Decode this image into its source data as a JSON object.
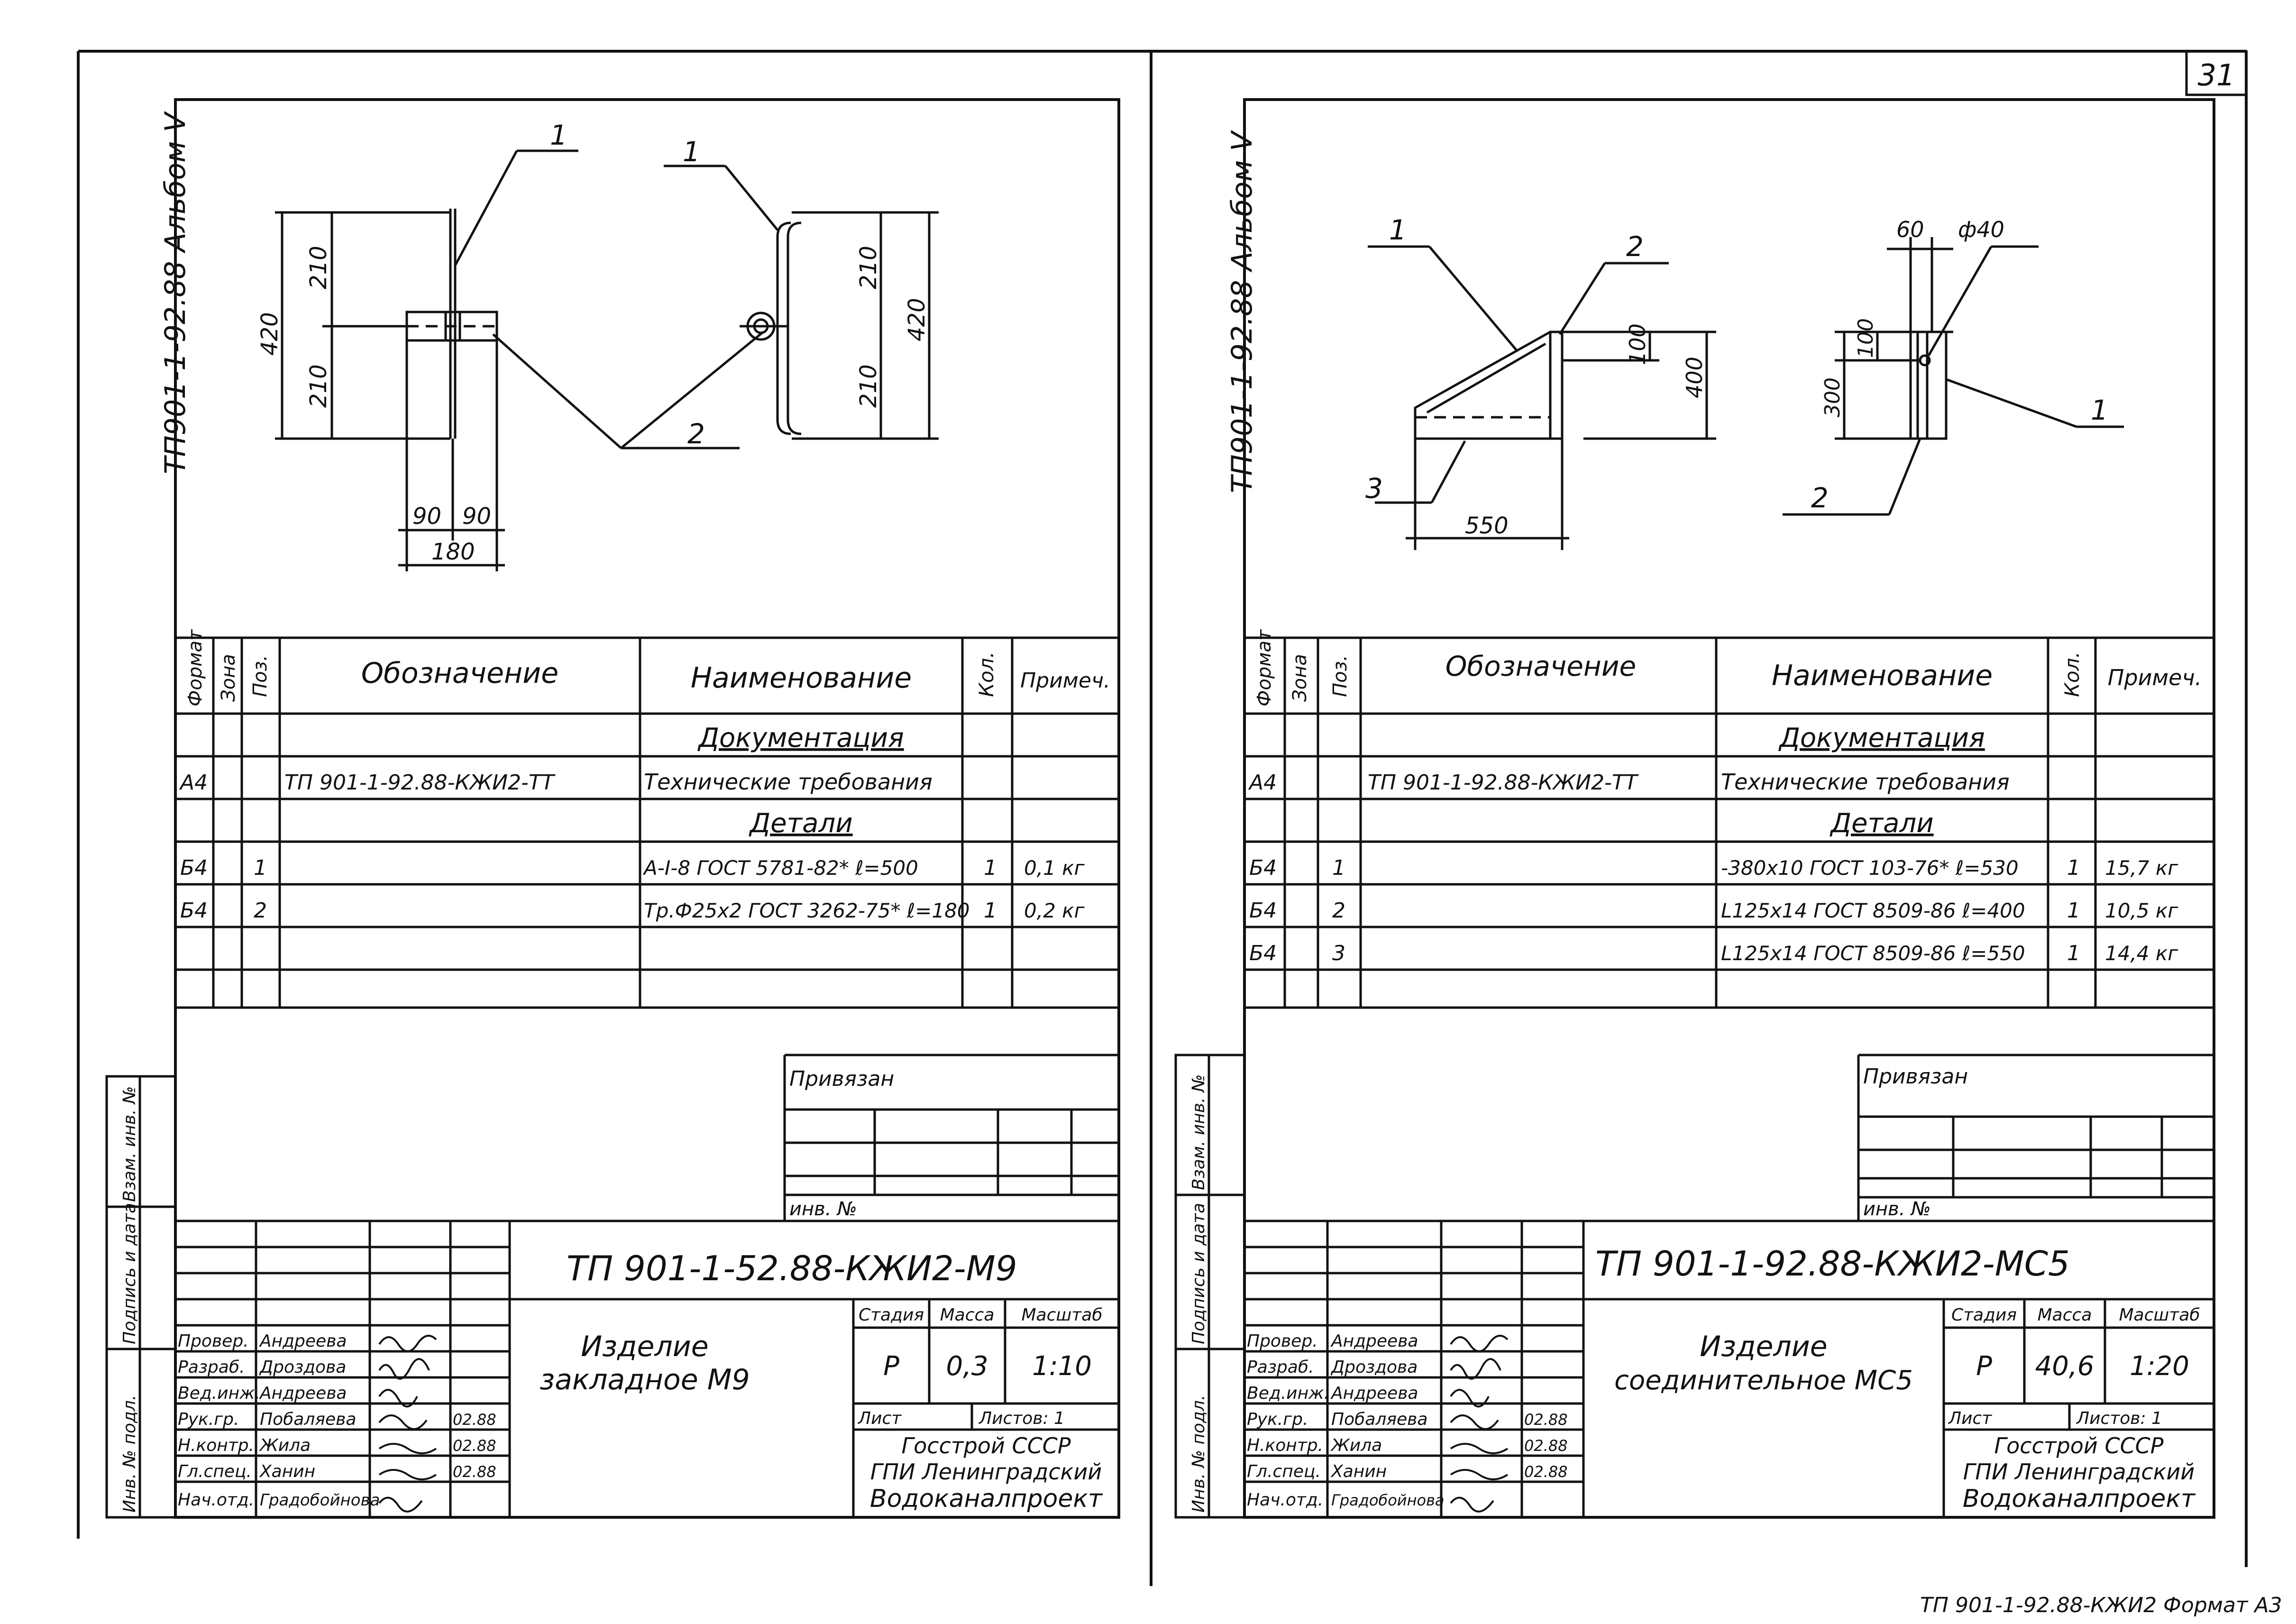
{
  "page_number": "31",
  "left": {
    "album_label": "ТП901-1-92.88 Альбом V",
    "drawing": {
      "callouts": [
        "1",
        "1",
        "2"
      ],
      "dims": [
        "420",
        "210",
        "210",
        "210",
        "210",
        "420",
        "90",
        "90",
        "180"
      ]
    },
    "spec": {
      "headers": [
        "Формат",
        "Зона",
        "Поз.",
        "Обозначение",
        "Наименование",
        "Кол.",
        "Примеч."
      ],
      "rows": [
        {
          "fmt": "",
          "zone": "",
          "pos": "",
          "desig": "",
          "name": "Документация",
          "qty": "",
          "note": ""
        },
        {
          "fmt": "А4",
          "zone": "",
          "pos": "",
          "desig": "ТП 901-1-92.88-КЖИ2-ТТ",
          "name": "Технические требования",
          "qty": "",
          "note": ""
        },
        {
          "fmt": "",
          "zone": "",
          "pos": "",
          "desig": "",
          "name": "Детали",
          "qty": "",
          "note": ""
        },
        {
          "fmt": "Б4",
          "zone": "",
          "pos": "1",
          "desig": "",
          "name": "А-I-8 ГОСТ 5781-82* ℓ=500",
          "qty": "1",
          "note": "0,1 кг"
        },
        {
          "fmt": "Б4",
          "zone": "",
          "pos": "2",
          "desig": "",
          "name": "Тр.Ф25х2 ГОСТ 3262-75* ℓ=180",
          "qty": "1",
          "note": "0,2 кг"
        },
        {
          "fmt": "",
          "zone": "",
          "pos": "",
          "desig": "",
          "name": "",
          "qty": "",
          "note": ""
        },
        {
          "fmt": "",
          "zone": "",
          "pos": "",
          "desig": "",
          "name": "",
          "qty": "",
          "note": ""
        }
      ]
    },
    "privyazan": "Привязан",
    "inv_no": "инв. №",
    "side_labels": [
      "Инв. № подл.",
      "Подпись и дата",
      "Взам. инв. №"
    ],
    "title": {
      "code": "ТП 901-1-52.88-КЖИ2-М9",
      "name_line1": "Изделие",
      "name_line2": "закладное М9",
      "stage_h": "Стадия",
      "mass_h": "Масса",
      "scale_h": "Масштаб",
      "stage": "Р",
      "mass": "0,3",
      "scale": "1:10",
      "sheet": "Лист",
      "sheets": "Листов: 1",
      "org1": "Госстрой СССР",
      "org2": "ГПИ Ленинградский",
      "org3": "Водоканалпроект",
      "people": [
        {
          "role": "Провер.",
          "name": "Андреева",
          "date": ""
        },
        {
          "role": "Разраб.",
          "name": "Дроздова",
          "date": ""
        },
        {
          "role": "Вед.инж.",
          "name": "Андреева",
          "date": ""
        },
        {
          "role": "Рук.гр.",
          "name": "Побаляева",
          "date": "02.88"
        },
        {
          "role": "Н.контр.",
          "name": "Жила",
          "date": "02.88"
        },
        {
          "role": "Гл.спец.",
          "name": "Ханин",
          "date": "02.88"
        },
        {
          "role": "Нач.отд.",
          "name": "Градобойнова",
          "date": ""
        }
      ]
    }
  },
  "right": {
    "album_label": "ТП901-1-92.88 Альбом V",
    "drawing": {
      "callouts": [
        "1",
        "2",
        "3",
        "1",
        "2"
      ],
      "dims": [
        "100",
        "400",
        "550",
        "60",
        "ф40",
        "300",
        "100"
      ]
    },
    "spec": {
      "headers": [
        "Формат",
        "Зона",
        "Поз.",
        "Обозначение",
        "Наименование",
        "Кол.",
        "Примеч."
      ],
      "rows": [
        {
          "fmt": "",
          "zone": "",
          "pos": "",
          "desig": "",
          "name": "Документация",
          "qty": "",
          "note": ""
        },
        {
          "fmt": "А4",
          "zone": "",
          "pos": "",
          "desig": "ТП 901-1-92.88-КЖИ2-ТТ",
          "name": "Технические требования",
          "qty": "",
          "note": ""
        },
        {
          "fmt": "",
          "zone": "",
          "pos": "",
          "desig": "",
          "name": "Детали",
          "qty": "",
          "note": ""
        },
        {
          "fmt": "Б4",
          "zone": "",
          "pos": "1",
          "desig": "",
          "name": "-380х10 ГОСТ 103-76* ℓ=530",
          "qty": "1",
          "note": "15,7 кг"
        },
        {
          "fmt": "Б4",
          "zone": "",
          "pos": "2",
          "desig": "",
          "name": "L125х14 ГОСТ 8509-86 ℓ=400",
          "qty": "1",
          "note": "10,5 кг"
        },
        {
          "fmt": "Б4",
          "zone": "",
          "pos": "3",
          "desig": "",
          "name": "L125х14 ГОСТ 8509-86 ℓ=550",
          "qty": "1",
          "note": "14,4 кг"
        },
        {
          "fmt": "",
          "zone": "",
          "pos": "",
          "desig": "",
          "name": "",
          "qty": "",
          "note": ""
        }
      ]
    },
    "privyazan": "Привязан",
    "inv_no": "инв. №",
    "side_labels": [
      "Инв. № подл.",
      "Подпись и дата",
      "Взам. инв. №"
    ],
    "title": {
      "code": "ТП 901-1-92.88-КЖИ2-МС5",
      "name_line1": "Изделие",
      "name_line2": "соединительное МС5",
      "stage_h": "Стадия",
      "mass_h": "Масса",
      "scale_h": "Масштаб",
      "stage": "Р",
      "mass": "40,6",
      "scale": "1:20",
      "sheet": "Лист",
      "sheets": "Листов: 1",
      "org1": "Госстрой СССР",
      "org2": "ГПИ Ленинградский",
      "org3": "Водоканалпроект",
      "people": [
        {
          "role": "Провер.",
          "name": "Андреева",
          "date": ""
        },
        {
          "role": "Разраб.",
          "name": "Дроздова",
          "date": ""
        },
        {
          "role": "Вед.инж.",
          "name": "Андреева",
          "date": ""
        },
        {
          "role": "Рук.гр.",
          "name": "Побаляева",
          "date": "02.88"
        },
        {
          "role": "Н.контр.",
          "name": "Жила",
          "date": "02.88"
        },
        {
          "role": "Гл.спец.",
          "name": "Ханин",
          "date": "02.88"
        },
        {
          "role": "Нач.отд.",
          "name": "Градобойнова",
          "date": ""
        }
      ]
    }
  },
  "bottom_note": "ТП 901-1-92.88-КЖИ2   Формат А3"
}
